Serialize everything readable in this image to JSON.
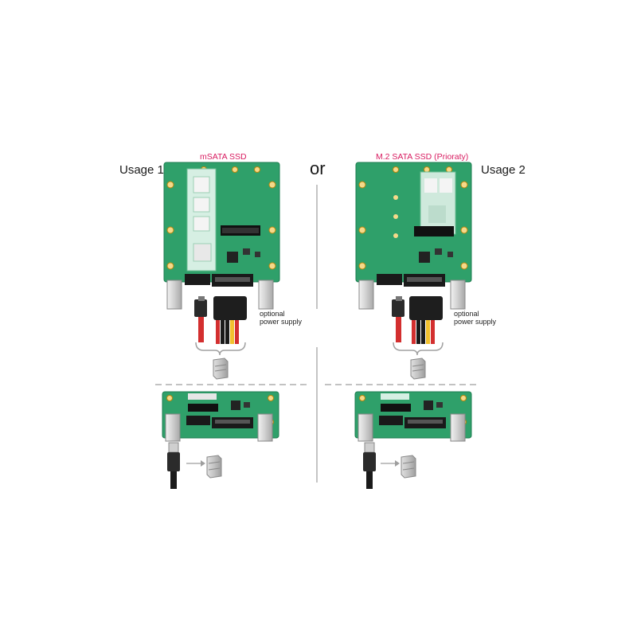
{
  "left": {
    "usage_label": "Usage 1",
    "ssd_label": "mSATA SSD",
    "power_label_line1": "optional",
    "power_label_line2": "power supply"
  },
  "right": {
    "usage_label": "Usage 2",
    "ssd_label": "M.2 SATA SSD (Prioraty)",
    "power_label_line1": "optional",
    "power_label_line2": "power supply"
  },
  "or_label": "or",
  "colors": {
    "pcb": "#2fa06a",
    "pcb_dark": "#1e7d50",
    "accent_label": "#d81b60",
    "sata_red": "#d32f2f",
    "power_yellow": "#f2c12e",
    "divider": "#9e9e9e"
  }
}
